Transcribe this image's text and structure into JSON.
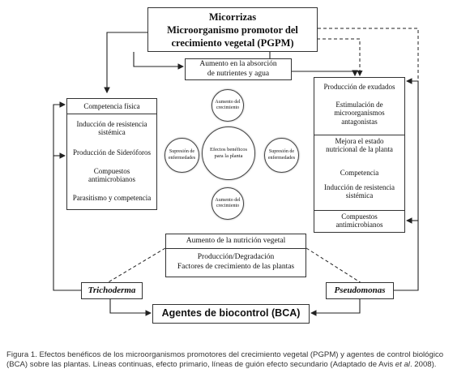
{
  "top": {
    "line1": "Micorrizas",
    "line2": "Microorganismo promotor del",
    "line3": "crecimiento vegetal (PGPM)"
  },
  "absorcion": {
    "line1": "Aumento en la absorción",
    "line2": "de nutrientes y agua"
  },
  "left_box": {
    "header": "Competencia física",
    "items": [
      "Inducción de resistencia sistémica",
      "Producción de Sideróforos",
      "Compuestos antimicrobianos",
      "Parasitismo y competencia"
    ]
  },
  "right_box": {
    "items_top": [
      "Producción de exudados",
      "Estimulación de microorganismos antagonistas"
    ],
    "items_mid": [
      "Mejora el estado nutricional de la planta",
      "Competencia",
      "Inducción de resistencia sistémica"
    ],
    "items_bottom": [
      "Compuestos antimicrobianos"
    ]
  },
  "circles": {
    "center": "Efectos benéficos para la planta",
    "top": "Aumento del crecimiento",
    "bottom": "Aumento del crecimiento",
    "left": "Supresión de enfermedades",
    "right": "Supresión de enfermedades"
  },
  "bottom_box": {
    "line1": "Aumento de la nutrición vegetal",
    "line2": "Producción/Degradación",
    "line3": "Factores de crecimiento de las plantas"
  },
  "trichoderma": "Trichoderma",
  "pseudomonas": "Pseudomonas",
  "bca": "Agentes de biocontrol (BCA)",
  "caption": {
    "part1": "Figura 1. Efectos benéficos de los microorganismos promotores del crecimiento vegetal (PGPM) y agentes de control biológico (BCA) sobre las plantas. Líneas continuas, efecto primario, líneas de guión efecto secundario (Adaptado de Avis ",
    "italic": "et al",
    "part2": ". 2008)."
  }
}
